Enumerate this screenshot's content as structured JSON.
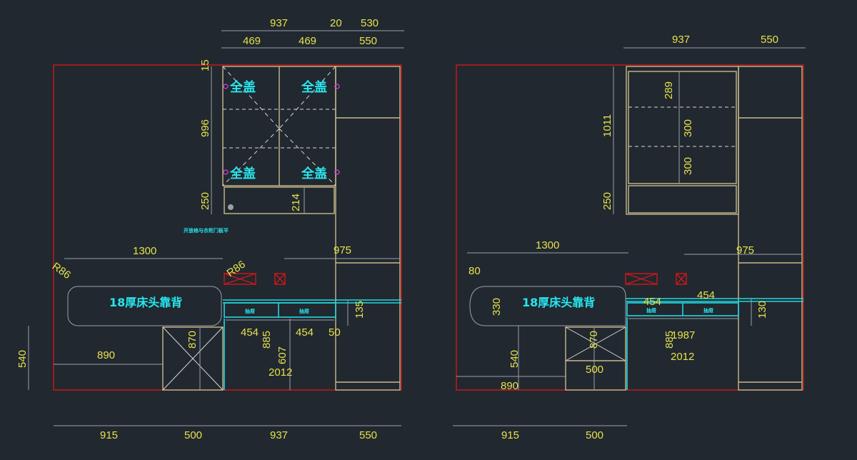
{
  "left": {
    "top_dims": [
      "937",
      "20",
      "530",
      "469",
      "469",
      "550"
    ],
    "bottom_dims": [
      "915",
      "500",
      "937",
      "550"
    ],
    "side_dims": [
      "15",
      "996",
      "250",
      "214",
      "540",
      "870",
      "885",
      "607",
      "135"
    ],
    "inner_dims": [
      "1300",
      "975",
      "890",
      "454",
      "454",
      "50",
      "2012",
      "R86",
      "R86"
    ],
    "door_labels": [
      "全盖",
      "全盖",
      "全盖",
      "全盖"
    ],
    "headboard_label": "18厚床头靠背",
    "note": "开放格与衣柜门板平",
    "drawer_labels": [
      "抽屉",
      "抽屉"
    ]
  },
  "right": {
    "top_dims": [
      "937",
      "550"
    ],
    "bottom_dims": [
      "915",
      "500"
    ],
    "side_dims": [
      "1011",
      "289",
      "300",
      "300",
      "250",
      "330",
      "540",
      "870",
      "885",
      "130"
    ],
    "inner_dims": [
      "1300",
      "975",
      "80",
      "454",
      "454",
      "1987",
      "2012",
      "890",
      "500"
    ],
    "headboard_label": "18厚床头靠背",
    "drawer_labels": [
      "抽屉",
      "抽屉"
    ]
  },
  "colors": {
    "background": "#212830",
    "dimension": "#e6e24a",
    "label": "#28e6ee",
    "outline": "#d01818",
    "cabinet": "#c9b98a"
  }
}
